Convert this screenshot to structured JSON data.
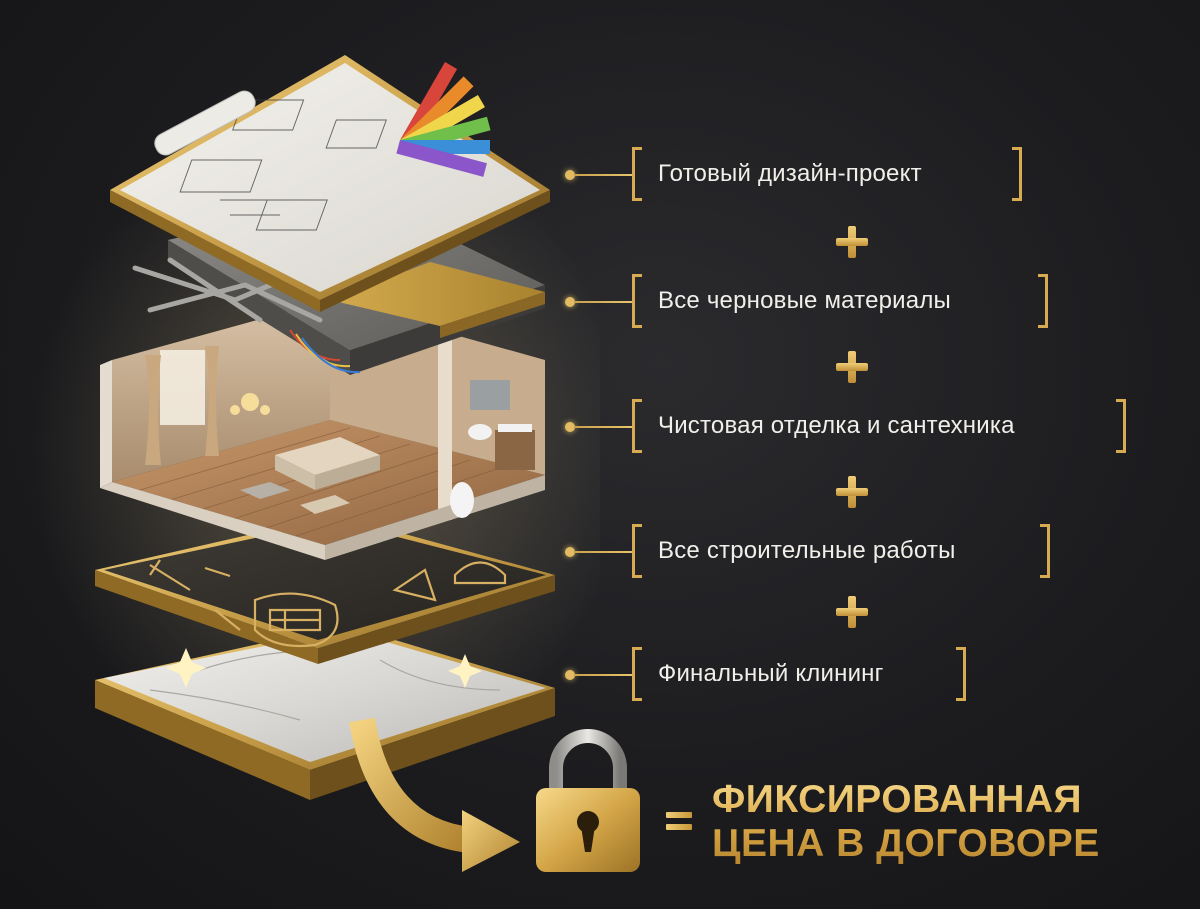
{
  "items": [
    {
      "label": "Готовый дизайн-проект"
    },
    {
      "label": "Все черновые материалы"
    },
    {
      "label": "Чистовая отделка и сантехника"
    },
    {
      "label": "Все строительные работы"
    },
    {
      "label": "Финальный клининг"
    }
  ],
  "result": {
    "line1": "ФИКСИРОВАННАЯ",
    "line2": "ЦЕНА В ДОГОВОРЕ"
  },
  "colors": {
    "background": "#1c1c1f",
    "gold": "#d6ab52",
    "text": "#f1efe9"
  },
  "icons": [
    "plus-icon",
    "equals-icon",
    "padlock-icon",
    "arrow-icon"
  ]
}
